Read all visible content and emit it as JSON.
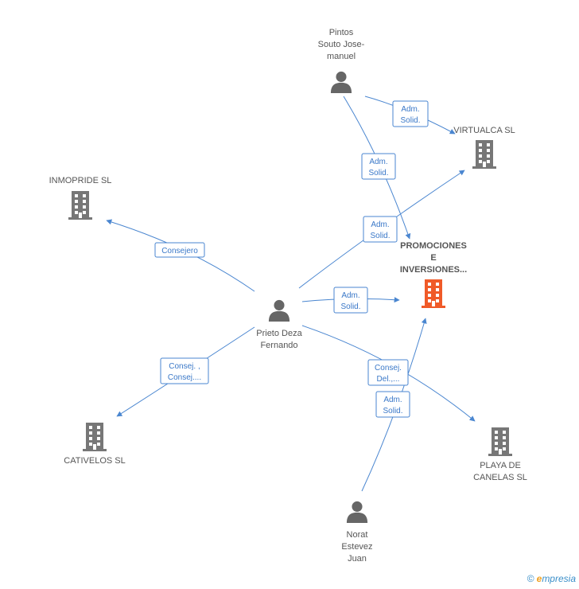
{
  "colors": {
    "edge": "#4a86d0",
    "person": "#666666",
    "company": "#777777",
    "focus_company": "#f05a28",
    "label_border": "#4a86d0",
    "label_text": "#3a78c8"
  },
  "nodes": [
    {
      "id": "pintos",
      "kind": "person",
      "lines": [
        "Pintos",
        "Souto Jose-",
        "manuel"
      ]
    },
    {
      "id": "virtualca",
      "kind": "company",
      "lines": [
        "VIRTUALCA SL"
      ]
    },
    {
      "id": "inmopride",
      "kind": "company",
      "lines": [
        "INMOPRIDE SL"
      ]
    },
    {
      "id": "promociones",
      "kind": "focus",
      "lines": [
        "PROMOCIONES",
        "E",
        "INVERSIONES..."
      ]
    },
    {
      "id": "prieto",
      "kind": "person",
      "lines": [
        "Prieto Deza",
        "Fernando"
      ]
    },
    {
      "id": "cativelos",
      "kind": "company",
      "lines": [
        "CATIVELOS SL"
      ]
    },
    {
      "id": "playa",
      "kind": "company",
      "lines": [
        "PLAYA DE",
        "CANELAS SL"
      ]
    },
    {
      "id": "norat",
      "kind": "person",
      "lines": [
        "Norat",
        "Estevez",
        "Juan"
      ]
    }
  ],
  "edges": [
    {
      "id": "pintos-virtualca",
      "lines": [
        "Adm.",
        "Solid."
      ]
    },
    {
      "id": "pintos-promociones",
      "lines": [
        "Adm.",
        "Solid."
      ]
    },
    {
      "id": "prieto-virtualca",
      "lines": [
        "Adm.",
        "Solid."
      ]
    },
    {
      "id": "prieto-inmopride",
      "lines": [
        "Consejero"
      ]
    },
    {
      "id": "prieto-promociones",
      "lines": [
        "Adm.",
        "Solid."
      ]
    },
    {
      "id": "prieto-cativelos",
      "lines": [
        "Consej. ,",
        "Consej...."
      ]
    },
    {
      "id": "prieto-playa",
      "lines": [
        "Consej.",
        "Del.,..."
      ]
    },
    {
      "id": "norat-promociones",
      "lines": [
        "Adm.",
        "Solid."
      ]
    }
  ],
  "brand": {
    "copyright": "©",
    "first_letter": "e",
    "rest": "mpresia"
  }
}
